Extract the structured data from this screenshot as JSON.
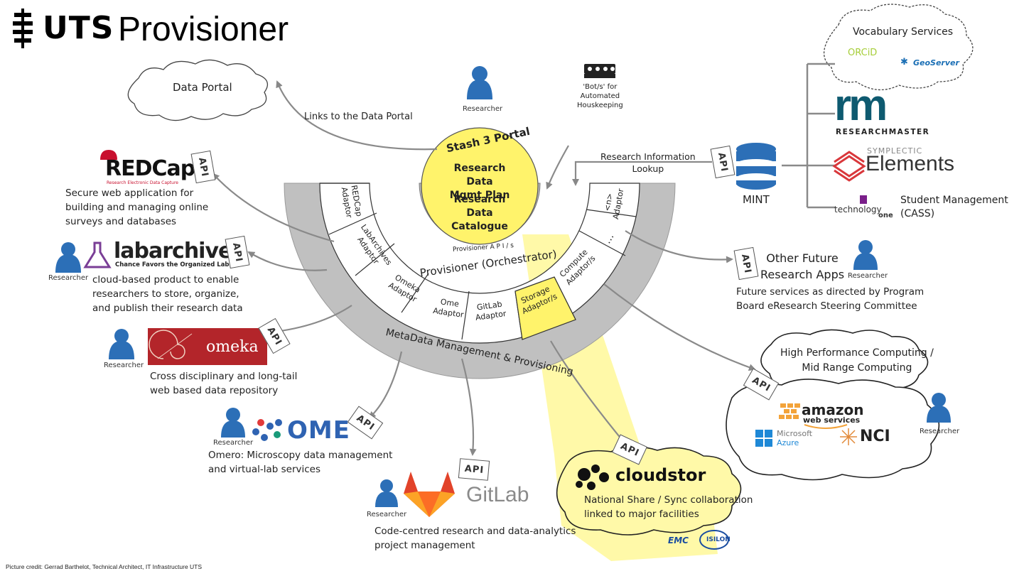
{
  "header": {
    "brand": "UTS",
    "title": "Provisioner"
  },
  "credit": "Picture credit: Gerrad Barthelot, Technical Architect, IT Infrastructure UTS",
  "portal": {
    "name": "Stash 3 Portal",
    "item1": "Research Data\nMgmt Plan",
    "item2": "Research Data\nCatalogue",
    "api_ring": "Provisioner A P I / s"
  },
  "orchestrator": "Provisioner (Orchestrator)",
  "outer_ring": "MetaData Management & Provisioning",
  "adaptors": {
    "redcap": "REDCap\nAdaptor",
    "labarchives": "LabArchives\nAdaptor",
    "omeka": "Omeka\nAdaptor",
    "ome": "Ome\nAdaptor",
    "gitlab": "GitLab\nAdaptor",
    "storage": "Storage\nAdaptor/s",
    "compute": "Compute\nAdaptor/s",
    "more": "…",
    "n": "<n>\nAdaptor"
  },
  "api_label": "API",
  "researcher_label": "Researcher",
  "data_portal": {
    "name": "Data Portal",
    "link": "Links to the Data Portal"
  },
  "bots": "'Bot/s' for\nAutomated\nHouskeeping",
  "mint": {
    "name": "MINT",
    "lookup": "Research Information\nLookup"
  },
  "vocab": {
    "title": "Vocabulary Services",
    "orcid": "ORCiD",
    "geoserver": "GeoServer"
  },
  "research_master": {
    "logo": "rm",
    "text": "RESEARCHMASTER"
  },
  "symplectic": {
    "small": "SYMPLECTIC",
    "big": "Elements"
  },
  "techone": {
    "logo1": "technology",
    "logo2": "one",
    "label": "Student Management\n(CASS)"
  },
  "redcap": {
    "logo": "REDCap",
    "tagline": "Research Electronic Data Capture",
    "desc": "Secure web application for\nbuilding and managing online\nsurveys and databases"
  },
  "labarchives": {
    "logo": "labarchives",
    "tagline": "Chance Favors the Organized Lab",
    "desc": "cloud-based product to enable\nresearchers to store, organize,\nand publish their research data"
  },
  "omeka": {
    "logo": "omeka",
    "desc": "Cross disciplinary and long-tail\nweb based data repository"
  },
  "ome": {
    "logo": "OME",
    "desc": "Omero: Microscopy data management\nand virtual-lab services"
  },
  "gitlab": {
    "logo": "GitLab",
    "desc": "Code-centred research and data-analytics\nproject management"
  },
  "cloudstor": {
    "logo": "cloudstor",
    "desc": "National Share / Sync collaboration\nlinked to major facilities",
    "emc": "EMC",
    "isilon": "ISILON"
  },
  "future": {
    "title": "Other Future\nResearch Apps",
    "desc": "Future services as directed by Program\nBoard eResearch Steering Committee"
  },
  "hpc": {
    "title": "High Performance Computing /\nMid Range Computing",
    "amazon": "amazon",
    "aws": "web services",
    "azure1": "Microsoft",
    "azure2": "Azure",
    "nci": "NCI"
  },
  "colors": {
    "portal_yellow": "#fff36b",
    "ring_grey": "#c0c0c0",
    "highlight": "#fff9a8",
    "person_blue": "#2c6fb7",
    "omeka_red": "#b3252a",
    "redcap_red": "#c8102e",
    "gitlab_orange": "#e2432a"
  }
}
